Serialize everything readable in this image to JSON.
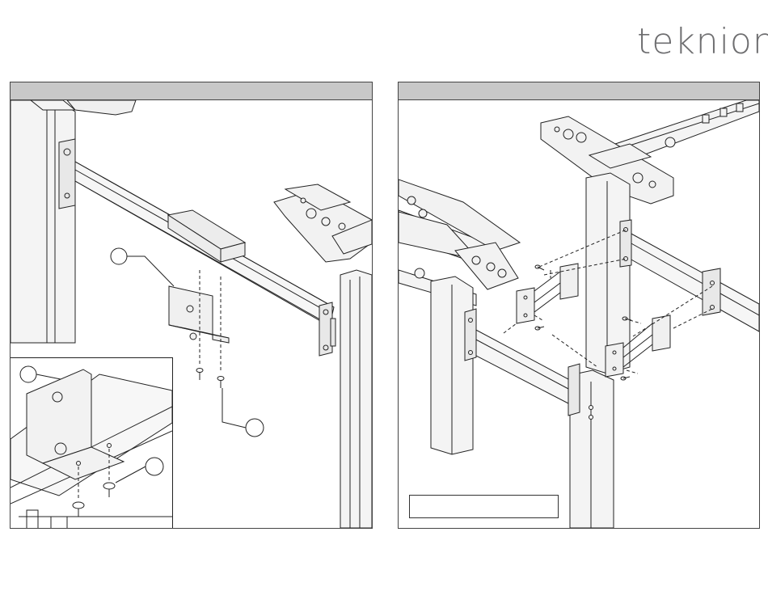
{
  "brand": {
    "logo_text": "teknion"
  },
  "colors": {
    "header_gray": "#c8c8c8",
    "line": "#222222",
    "brand_gray": "#6e6e70"
  },
  "panels": [
    {
      "id": "step-left",
      "header": "",
      "inset": true,
      "callouts": [
        "",
        "",
        "",
        ""
      ]
    },
    {
      "id": "step-right",
      "header": "",
      "caption": ""
    }
  ]
}
